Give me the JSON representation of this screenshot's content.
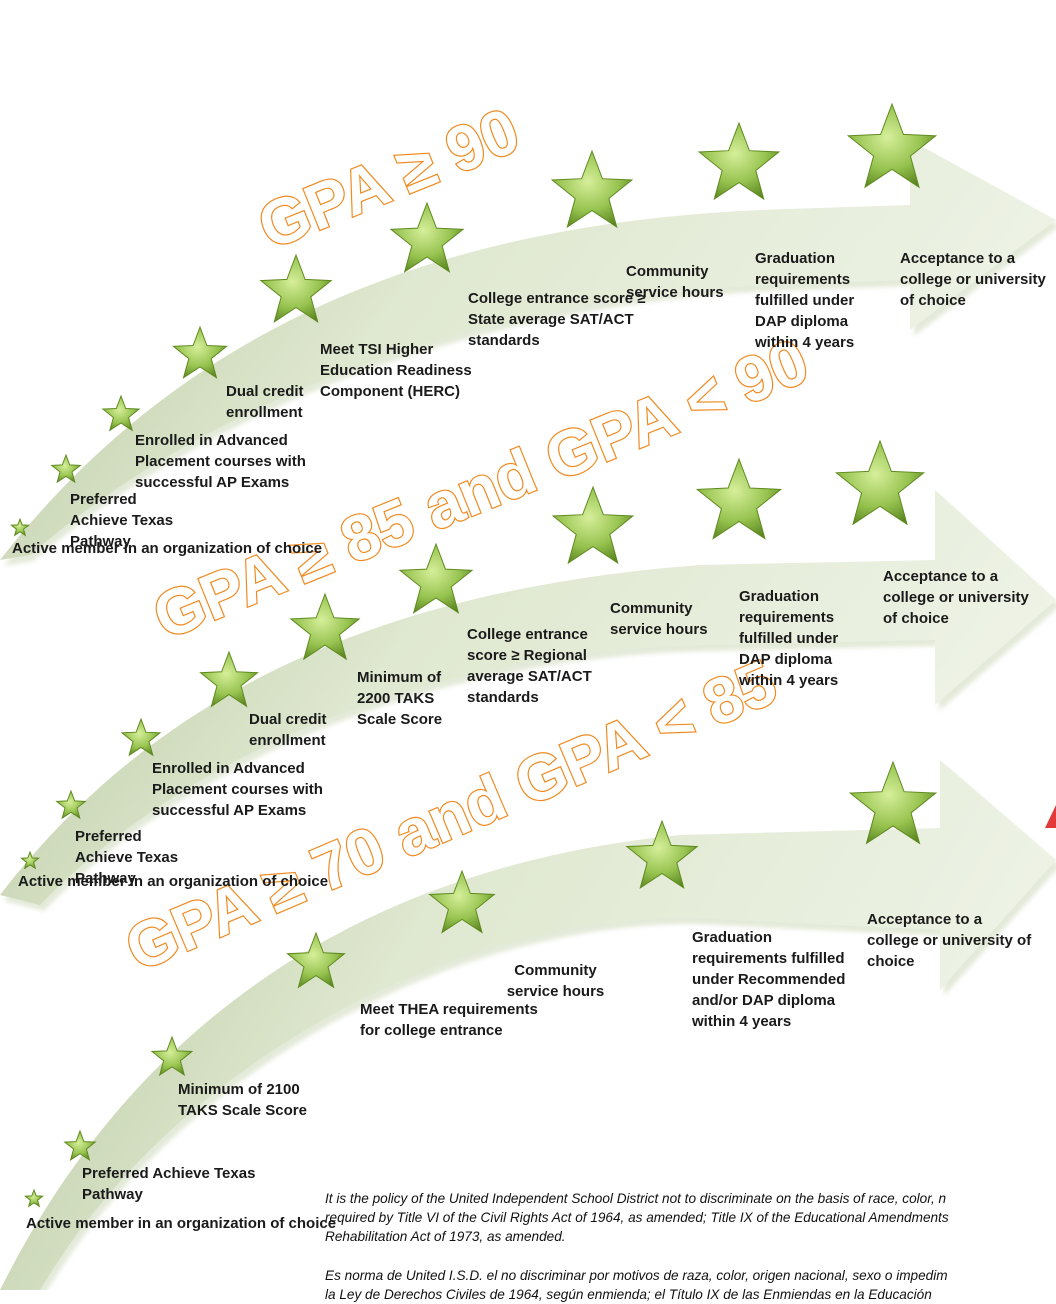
{
  "colors": {
    "arrow_fill_light": "#e7eedb",
    "arrow_fill_dark": "#b9c9a1",
    "star_light": "#c9e68a",
    "star_dark": "#5f8a1f",
    "gpa_text_outline": "#f08a20"
  },
  "icons": {
    "milestone": "star-icon",
    "warning": "warning-triangle-icon"
  },
  "tiers": [
    {
      "heading": "GPA ≥ 90",
      "milestones": [
        "Active member in an organization of choice",
        "Preferred Achieve Texas Pathway",
        "Enrolled in Advanced Placement courses with successful AP Exams",
        "Dual credit enrollment",
        "Meet TSI Higher Education Readiness Component (HERC)",
        "College entrance score ≥ State average SAT/ACT standards",
        "Community service hours",
        "Graduation requirements fulfilled  under DAP diploma within 4 years",
        "Acceptance to a college or university of choice"
      ]
    },
    {
      "heading": "GPA ≥ 85 and GPA < 90",
      "milestones": [
        "Active member in an organization of choice",
        "Preferred Achieve Texas Pathway",
        "Enrolled in Advanced Placement courses with successful AP Exams",
        "Dual credit enrollment",
        "Minimum of 2200 TAKS Scale Score",
        "College entrance score ≥  Regional average SAT/ACT standards",
        "Community service hours",
        "Graduation requirements fulfilled  under DAP diploma within 4 years",
        "Acceptance to a college or university of choice"
      ]
    },
    {
      "heading": "GPA ≥ 70 and  GPA < 85",
      "milestones": [
        "Active member in an organization of choice",
        "Preferred Achieve Texas Pathway",
        "Minimum of 2100 TAKS Scale Score",
        "Meet THEA requirements for college entrance",
        "Community service hours",
        "Graduation requirements fulfilled  under Recommended and/or DAP diploma within 4 years",
        "Acceptance to a college or university of choice"
      ]
    }
  ],
  "policy": {
    "en_1": "It is the policy of the United Independent School District not to discriminate on the basis of race, color, n",
    "en_2": "required by Title VI of the Civil Rights Act of 1964, as amended; Title IX of the Educational Amendments",
    "en_3": "Rehabilitation Act of 1973, as amended.",
    "es_1": "Es norma de United I.S.D. el no discriminar por motivos de raza, color, origen nacional, sexo o impedim",
    "es_2": "la Ley de Derechos Civiles de 1964, según enmienda; el Título IX de las Enmiendas en la Educación"
  }
}
